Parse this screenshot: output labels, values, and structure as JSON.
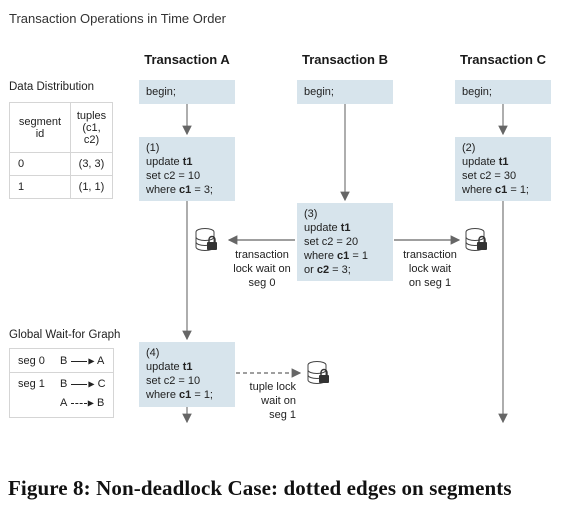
{
  "title": "Transaction Operations in Time Order",
  "transactions": [
    {
      "name": "Transaction A"
    },
    {
      "name": "Transaction B"
    },
    {
      "name": "Transaction C"
    }
  ],
  "begin_label": "begin;",
  "ops": {
    "op1": {
      "step": "(1)",
      "l1_prefix": "update ",
      "l1_table": "t1",
      "l2": "set c2 = 10",
      "l3_prefix": "where ",
      "l3_bold": "c1",
      "l3_rest": " = 3;"
    },
    "op2": {
      "step": "(2)",
      "l1_prefix": "update ",
      "l1_table": "t1",
      "l2": "set c2 = 30",
      "l3_prefix": "where ",
      "l3_bold": "c1",
      "l3_rest": " = 1;"
    },
    "op3": {
      "step": "(3)",
      "l1_prefix": "update ",
      "l1_table": "t1",
      "l2": "set c2 = 20",
      "l3_prefix": "where ",
      "l3_bold": "c1",
      "l3_rest": " = 1",
      "l4_prefix": "or ",
      "l4_bold": "c2",
      "l4_rest": " = 3;"
    },
    "op4": {
      "step": "(4)",
      "l1_prefix": "update ",
      "l1_table": "t1",
      "l2": "set c2 = 10",
      "l3_prefix": "where ",
      "l3_bold": "c1",
      "l3_rest": " = 1;"
    }
  },
  "waits": {
    "left": [
      "transaction",
      "lock wait on",
      "seg 0"
    ],
    "right": [
      "transaction",
      "lock wait",
      "on seg 1"
    ],
    "bottom": [
      "tuple lock",
      "wait on",
      "seg 1"
    ]
  },
  "data_distribution": {
    "heading": "Data Distribution",
    "col1": "segment id",
    "col2_line1": "tuples",
    "col2_line2": "(c1, c2)",
    "rows": [
      {
        "seg": "0",
        "tuples": "(3, 3)"
      },
      {
        "seg": "1",
        "tuples": "(1, 1)"
      }
    ]
  },
  "wait_for_graph": {
    "heading": "Global Wait-for Graph",
    "rows": [
      {
        "seg": "seg 0",
        "edges": [
          {
            "from": "B",
            "to": "A",
            "dotted": false
          }
        ]
      },
      {
        "seg": "seg 1",
        "edges": [
          {
            "from": "B",
            "to": "C",
            "dotted": false
          },
          {
            "from": "A",
            "to": "B",
            "dotted": true
          }
        ]
      }
    ]
  },
  "caption": "Figure 8: Non-deadlock Case: dotted edges on segments"
}
